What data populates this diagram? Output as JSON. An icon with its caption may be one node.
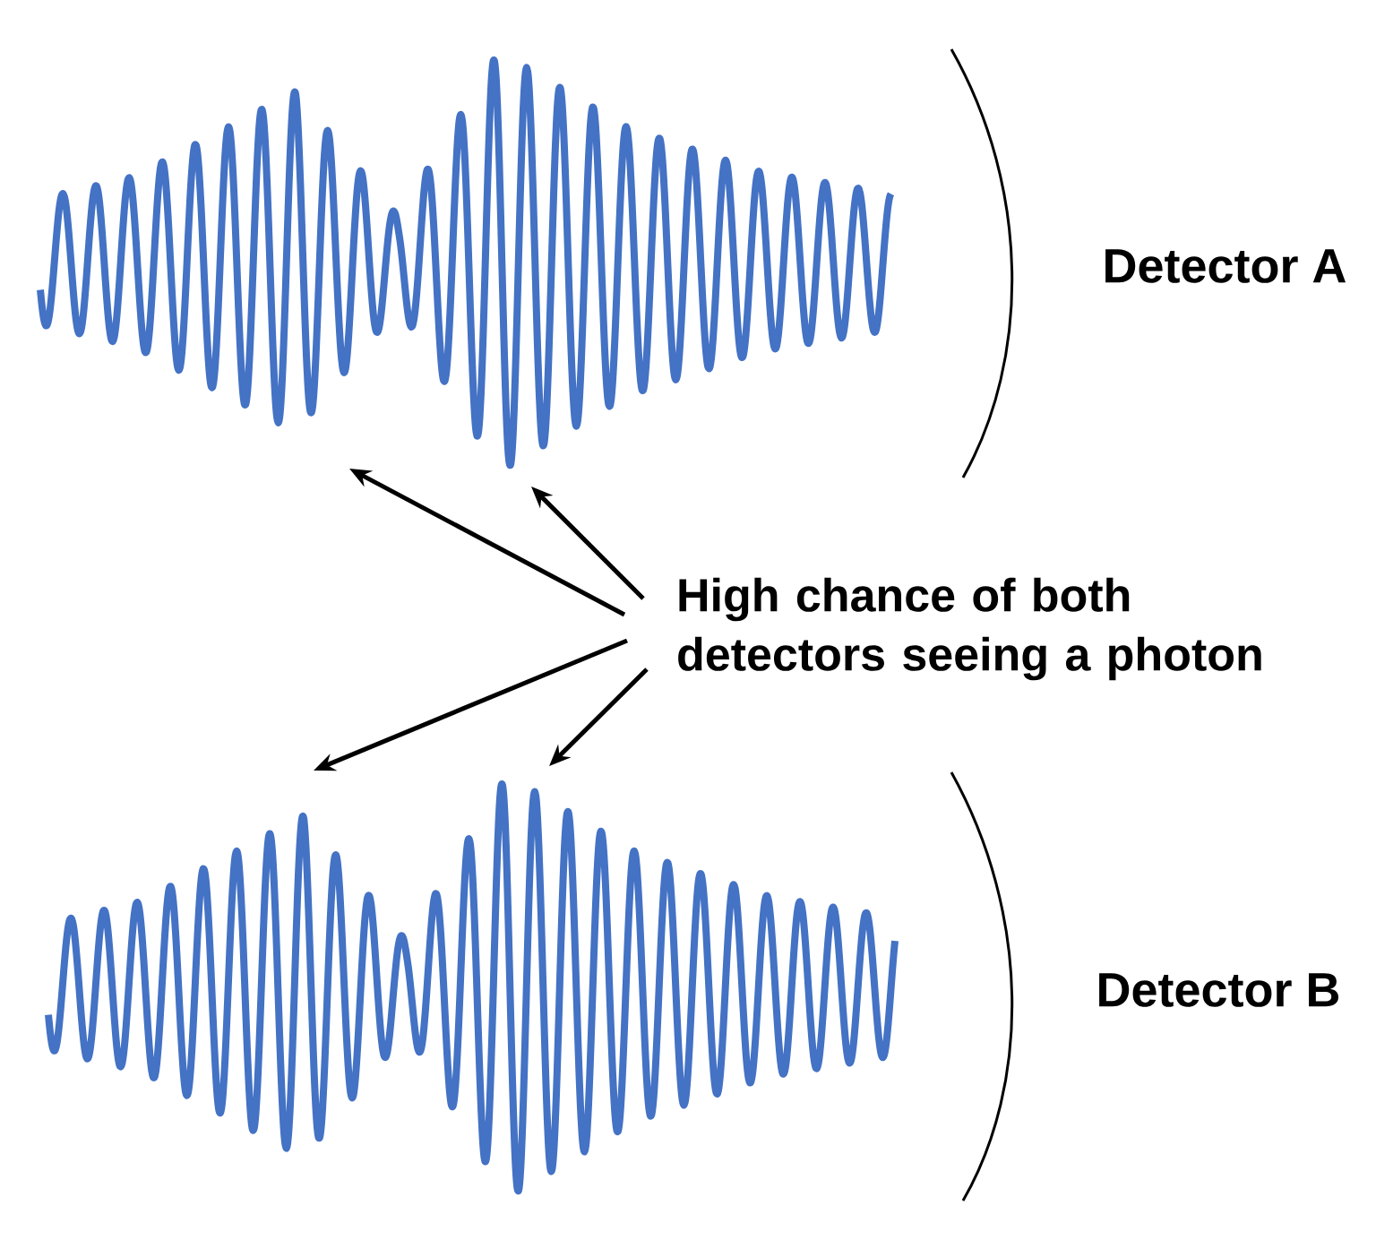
{
  "diagram": {
    "nodes": [
      {
        "text": [
          "High chance of both detectors seeing a photon"
        ]
      },
      {
        "text": [],
        "shape": "picture"
      },
      {
        "text": [],
        "shape": "picture"
      }
    ],
    "edges": [
      {
        "from": 0,
        "to": 1,
        "arrow": "to"
      },
      {
        "from": 0,
        "to": 1,
        "arrow": "to"
      },
      {
        "from": 0,
        "to": 2,
        "arrow": "to"
      },
      {
        "from": 0,
        "to": 2,
        "arrow": "to"
      }
    ],
    "labels": [
      "Detector A",
      "Detector B"
    ]
  }
}
